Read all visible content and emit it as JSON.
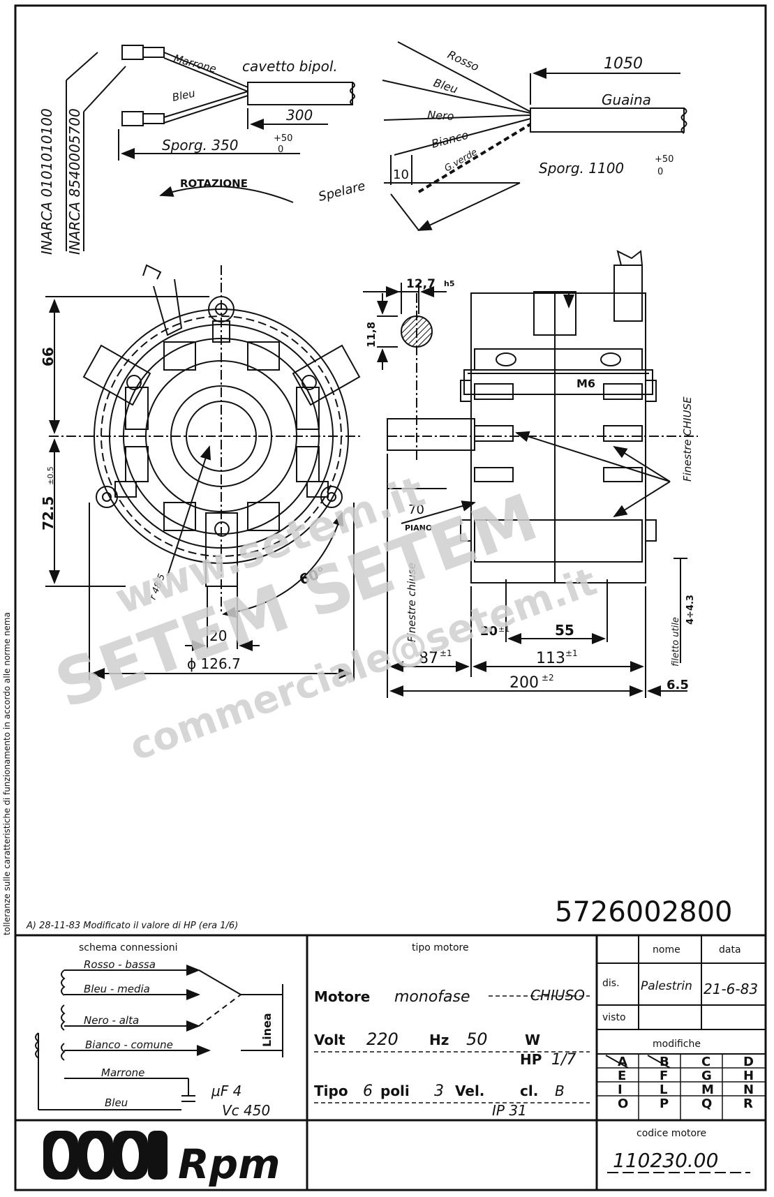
{
  "side_note": "tolleranze sulle caratteristiche di funzionamento in accordo alle norme nema",
  "wiring_left": {
    "code_1": "INARCA 0101010100",
    "code_2": "INARCA 8540005700",
    "wire_marrone": "Marrone",
    "wire_bleu": "Bleu",
    "cable": "cavetto bipol.",
    "dim_300": "300",
    "sporg": "Sporg. 350",
    "sporg_tol_plus": "+50",
    "sporg_tol_minus": "0",
    "rotation": "ROTAZIONE"
  },
  "wiring_right": {
    "rosso": "Rosso",
    "bleu": "Bleu",
    "nero": "Nero",
    "bianco": "Bianco",
    "gverde": "G.verde",
    "dim_1050": "1050",
    "guaina": "Guaina",
    "spelare": "Spelare",
    "dim_10": "10",
    "sporg": "Sporg. 1100",
    "sporg_tol_plus": "+50",
    "sporg_tol_minus": "0"
  },
  "front_view": {
    "dim_66": "66",
    "dim_72": "72.5",
    "dim_72_tol": "±0.5",
    "radius": "r 48.5",
    "angle": "60°",
    "dim_20": "20",
    "diameter": "ϕ 126.7"
  },
  "side_view": {
    "shaft_dia": "12,7",
    "shaft_tol": "h5",
    "flat": "11,8",
    "m6": "M6",
    "dim_70": "70",
    "piano": "PIANO",
    "fin_chiuse_right": "Finestre CHIUSE",
    "fin_chiuse_left": "Finestre chiuse",
    "dim_20": "20",
    "dim_20_tol": "±1",
    "dim_55": "55",
    "dim_87": "87",
    "dim_87_tol": "±1",
    "dim_113": "113",
    "dim_113_tol": "±1",
    "dim_200": "200",
    "dim_200_tol": "±2",
    "dim_6_5": "6.5",
    "filetto": "filetto utile",
    "filetto_val": "4÷4.3"
  },
  "watermark": {
    "line1": "www.setem.it",
    "line2": "SETEM SETEM",
    "line3": "commerciale@setem.it"
  },
  "drawing_number": "5726002800",
  "revision_note": "A) 28-11-83 Modificato il valore di HP (era 1/6)",
  "title_block": {
    "schema_title": "schema connessioni",
    "conn_rosso": "Rosso - bassa",
    "conn_bleu": "Bleu - media",
    "conn_nero": "Nero - alta",
    "conn_bianco": "Bianco - comune",
    "conn_marrone": "Marrone",
    "conn_bleu2": "Bleu",
    "linea": "Linea",
    "cap_value": "μF 4",
    "cap_voltage": "Vc 450",
    "tipo_motore_title": "tipo motore",
    "motore_label": "Motore",
    "motore_value": "monofase",
    "motore_type": "CHIUSO",
    "volt_label": "Volt",
    "volt_value": "220",
    "hz_label": "Hz",
    "hz_value": "50",
    "w_label": "W",
    "hp_label": "HP",
    "hp_value": "1/7",
    "tipo_label": "Tipo",
    "poli_value": "6",
    "poli_label": "poli",
    "vel_value": "3",
    "vel_label": "Vel.",
    "cl_label": "cl.",
    "cl_value": "B",
    "ip": "IP 31",
    "nome_header": "nome",
    "data_header": "data",
    "dis_label": "dis.",
    "dis_signature": "Palestrin",
    "dis_date": "21-6-83",
    "visto_label": "visto",
    "modifiche_title": "modifiche",
    "modifiche_grid": [
      [
        "A",
        "B",
        "C",
        "D"
      ],
      [
        "E",
        "F",
        "G",
        "H"
      ],
      [
        "I",
        "L",
        "M",
        "N"
      ],
      [
        "O",
        "P",
        "Q",
        "R"
      ]
    ],
    "codice_title": "codice motore",
    "codice_value": "110230.00",
    "logo_text": "Rpm"
  }
}
